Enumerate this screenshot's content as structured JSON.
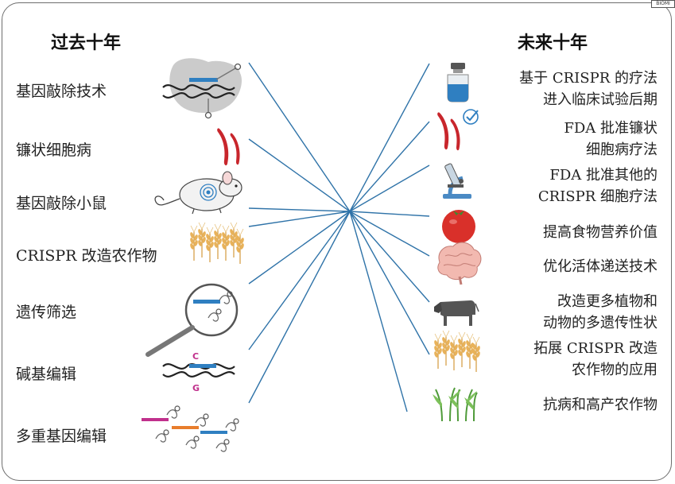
{
  "corner_tag": "BIOMI",
  "headings": {
    "past": "过去十年",
    "future": "未来十年"
  },
  "past_items": [
    {
      "label": "基因敲除技术",
      "icon": "cas9-dna-knockout-icon"
    },
    {
      "label": "镰状细胞病",
      "icon": "sickle-cell-icon"
    },
    {
      "label": "基因敲除小鼠",
      "icon": "mouse-icon"
    },
    {
      "label": "CRISPR 改造农作物",
      "icon": "wheat-icon"
    },
    {
      "label": "遗传筛选",
      "icon": "magnifier-icon"
    },
    {
      "label": "碱基编辑",
      "icon": "base-edit-dna-icon",
      "letters": [
        "C",
        "G"
      ]
    },
    {
      "label": "多重基因编辑",
      "icon": "multiplex-guide-rna-icon"
    }
  ],
  "future_items": [
    {
      "lines": [
        "基于 CRISPR 的疗法",
        "进入临床试验后期"
      ],
      "icon": "vial-icon"
    },
    {
      "lines": [
        "FDA 批准镰状",
        "细胞病疗法"
      ],
      "icon": "sickle-cell-check-icon"
    },
    {
      "lines": [
        "FDA 批准其他的",
        "CRISPR 细胞疗法"
      ],
      "icon": "microscope-icon"
    },
    {
      "lines": [
        "提高食物营养价值"
      ],
      "icon": "tomato-icon"
    },
    {
      "lines": [
        "优化活体递送技术"
      ],
      "icon": "brain-icon"
    },
    {
      "lines": [
        "改造更多植物和",
        "动物的多遗传性状"
      ],
      "icon": "cow-icon"
    },
    {
      "lines": [
        "拓展 CRISPR 改造",
        "农作物的应用"
      ],
      "icon": "wheat-icon"
    },
    {
      "lines": [
        "抗病和高产农作物"
      ],
      "icon": "corn-crop-icon"
    }
  ],
  "colors": {
    "connector": "#2f73a8",
    "frame": "#6d6d6d",
    "red": "#c8262c",
    "gold": "#e0a84a",
    "blue": "#2f7fc1"
  }
}
